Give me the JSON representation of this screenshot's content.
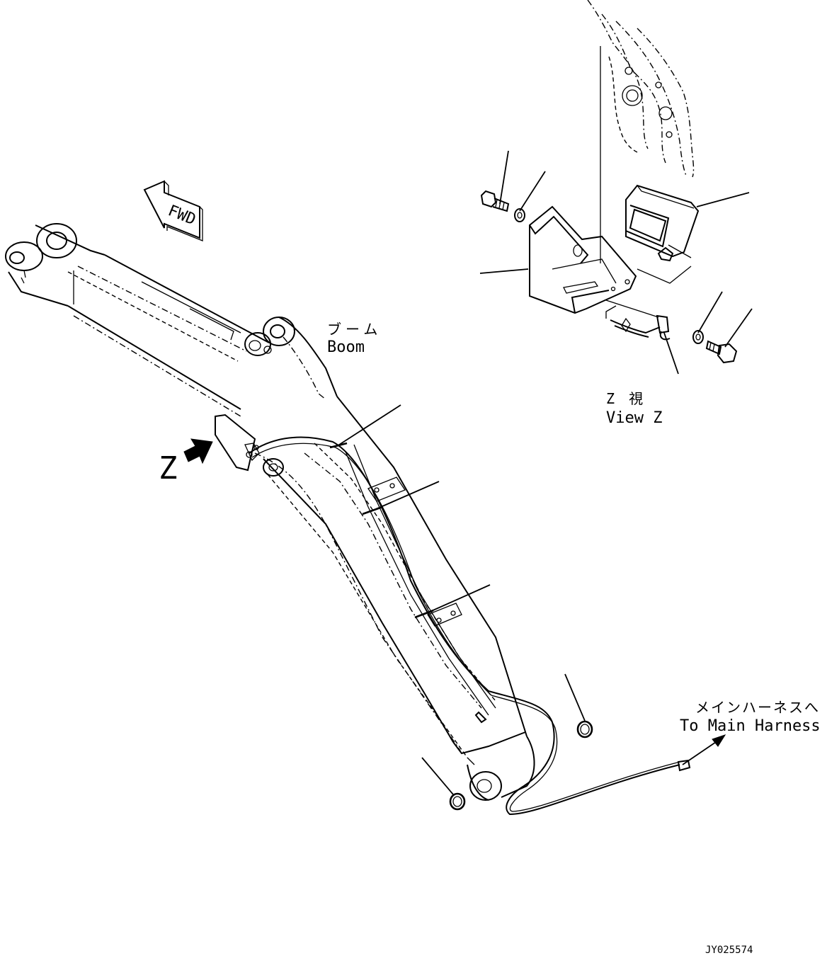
{
  "labels": {
    "fwd": "FWD",
    "boom_jp": "ブーム",
    "boom_en": "Boom",
    "view_letter": "Z",
    "view_jp": "Z 視",
    "view_en": "View Z",
    "harness_jp": "メインハーネスへ",
    "harness_en": "To Main Harness",
    "drawing_id": "JY025574"
  },
  "icons": [
    "fwd-arrow-icon",
    "view-direction-arrow-icon"
  ],
  "colors": {
    "line": "#000000",
    "background": "#ffffff"
  }
}
